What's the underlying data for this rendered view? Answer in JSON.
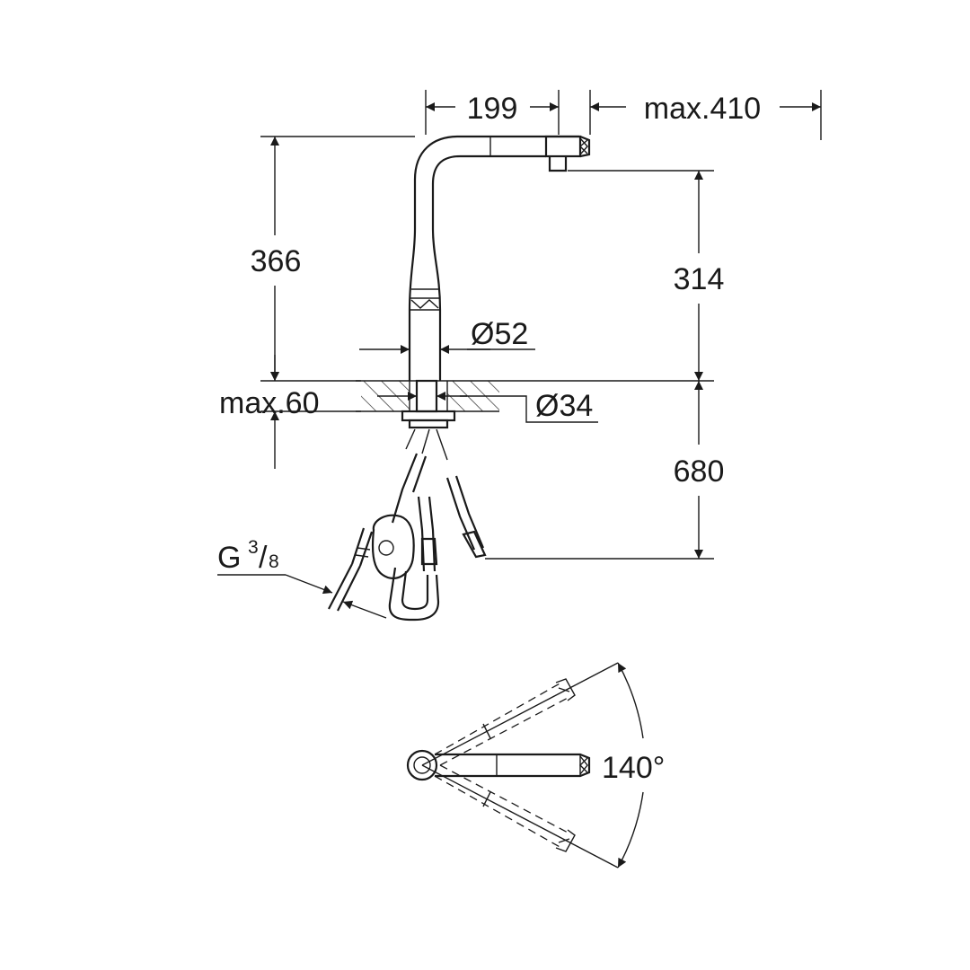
{
  "dimensions": {
    "width_reach": "199",
    "max_reach": "max.410",
    "total_height": "366",
    "spout_height": "314",
    "body_diameter": "Ø52",
    "hole_diameter": "Ø34",
    "max_deck_thickness": "max.60",
    "hose_length": "680",
    "connection_thread": {
      "main": "G",
      "numerator": "3",
      "slash": "/",
      "denominator": "8"
    },
    "swivel_angle": "140°"
  },
  "colors": {
    "ink": "#1a1a1a",
    "background": "#ffffff"
  }
}
